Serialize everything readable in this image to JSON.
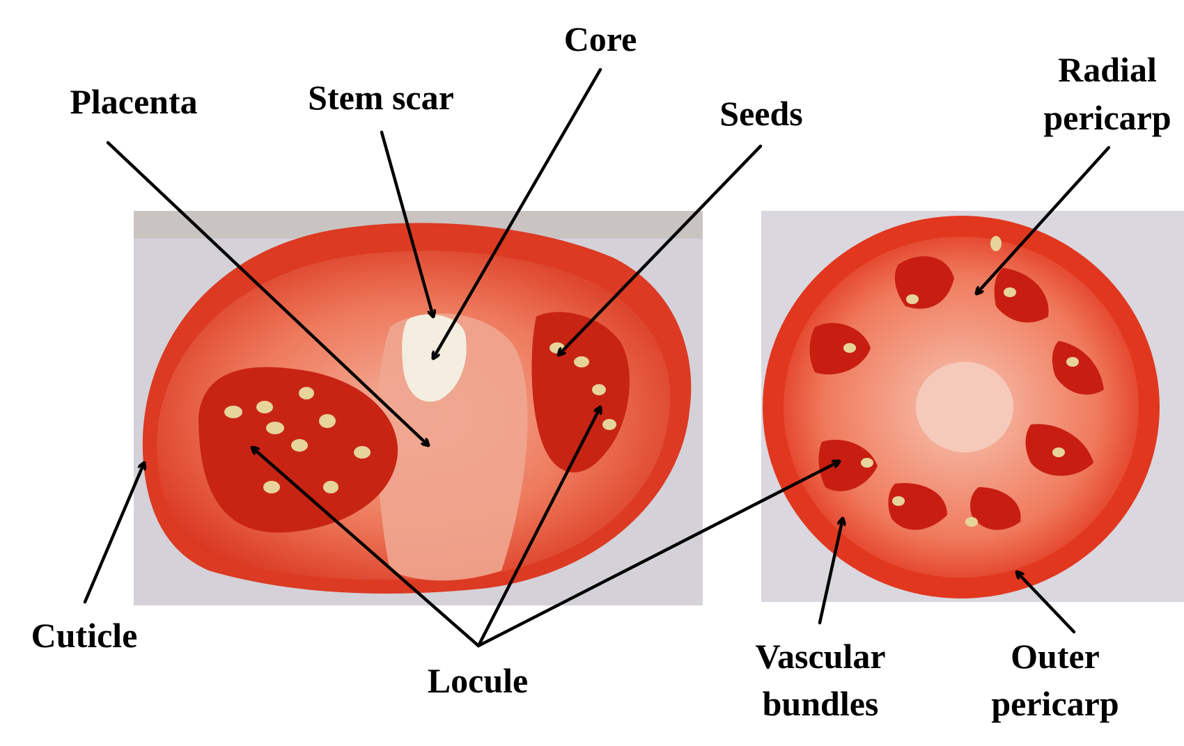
{
  "labels": {
    "core": "Core",
    "placenta": "Placenta",
    "stem_scar": "Stem scar",
    "seeds": "Seeds",
    "radial_pericarp_line1": "Radial",
    "radial_pericarp_line2": "pericarp",
    "cuticle": "Cuticle",
    "locule": "Locule",
    "vascular_bundles_line1": "Vascular",
    "vascular_bundles_line2": "bundles",
    "outer_pericarp_line1": "Outer",
    "outer_pericarp_line2": "pericarp"
  },
  "colors": {
    "background": "#ffffff",
    "photo_backdrop": "#d7d4dc",
    "tomato_skin": "#d8301c",
    "tomato_flesh": "#ee6a4e",
    "locule_gel": "#c81e12",
    "placenta_tissue": "#f2aa96",
    "seed": "#e8d79a",
    "label_text": "#000000"
  },
  "icons": {
    "longitudinal_section_photo": "tomato-longitudinal-section",
    "cross_section_photo": "tomato-cross-section"
  }
}
